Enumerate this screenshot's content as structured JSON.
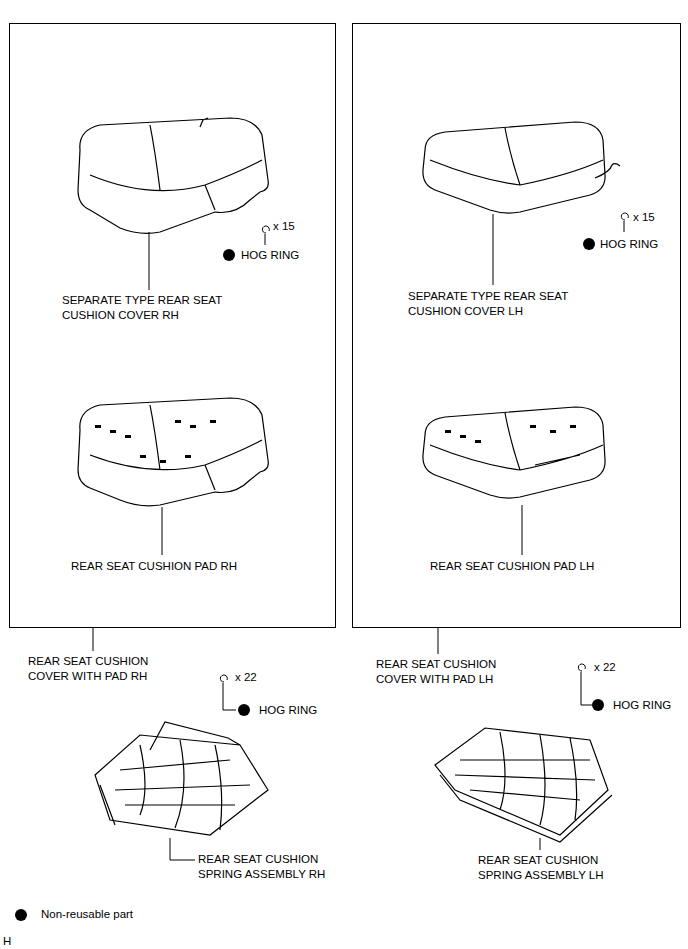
{
  "diagram": {
    "nodes": [
      {
        "text": [
          "REAR SEAT CUSHION COVER WITH PAD RH"
        ]
      },
      {
        "text": [
          "REAR SEAT CUSHION COVER WITH PAD LH"
        ]
      }
    ],
    "labels": [
      "SEPARATE TYPE REAR SEAT CUSHION COVER RH",
      "x 15",
      "HOG RING",
      "REAR SEAT CUSHION PAD RH",
      "SEPARATE TYPE REAR SEAT CUSHION COVER LH",
      "x 15",
      "HOG RING",
      "REAR SEAT CUSHION PAD LH",
      "x 22",
      "HOG RING",
      "REAR SEAT CUSHION SPRING ASSEMBLY RH",
      "x 22",
      "HOG RING",
      "REAR SEAT CUSHION SPRING ASSEMBLY LH",
      "H"
    ],
    "legend": [
      {
        "text": "Non-reusable part"
      }
    ]
  }
}
